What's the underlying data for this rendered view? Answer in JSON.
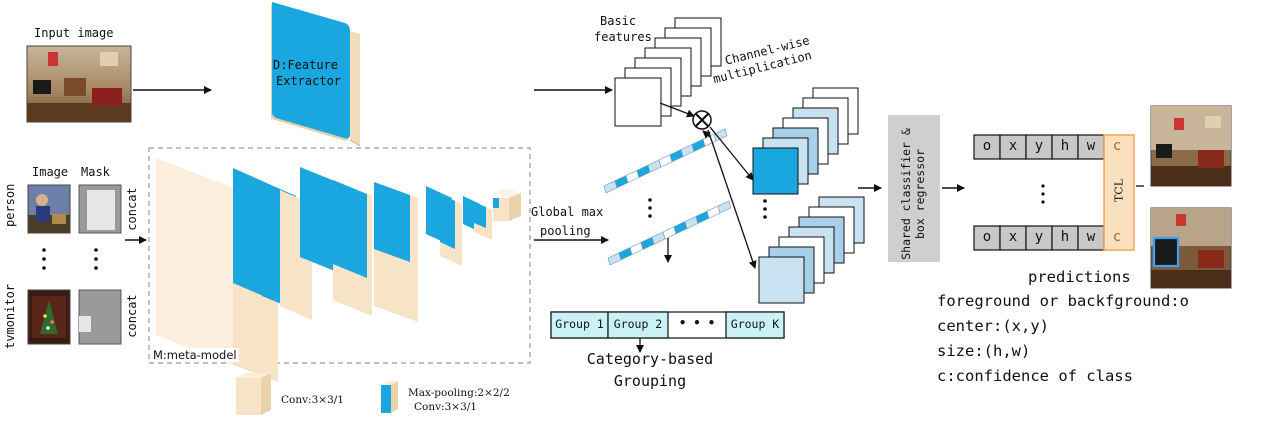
{
  "input": {
    "label": "Input image"
  },
  "extractor": {
    "label_line1": "D:Feature",
    "label_line2": "Extractor"
  },
  "meta_input": {
    "image_header": "Image",
    "mask_header": "Mask",
    "row1_class": "person",
    "row2_class": "tvmonitor",
    "concat_label": "concat"
  },
  "meta_model": {
    "label": "M:meta-model"
  },
  "legend": {
    "conv_label": "Conv:3×3/1",
    "pool_line1": "Max-pooling:2×2/2",
    "pool_line2": "Conv:3×3/1"
  },
  "middle": {
    "basic_features_line1": "Basic",
    "basic_features_line2": "features",
    "channel_wise_line1": "Channel-wise",
    "channel_wise_line2": "multiplication",
    "gmp_line1": "Global max",
    "gmp_line2": "pooling",
    "groups": [
      "Group 1",
      "Group 2",
      "• • •",
      "Group K"
    ],
    "grouping_line1": "Category-based",
    "grouping_line2": "Grouping"
  },
  "classifier": {
    "label_line1": "Shared classifier &",
    "label_line2": "box regressor"
  },
  "predictions": {
    "cells": [
      "o",
      "x",
      "y",
      "h",
      "w",
      "c"
    ],
    "tcl": "TCL",
    "title": "predictions",
    "legend_lines": [
      "foreground or backfground:o",
      "center:(x,y)",
      "size:(h,w)",
      "c:confidence of class"
    ]
  },
  "colors": {
    "blue": "#1aa6de",
    "cream": "#f7e3c6",
    "light_blue": "#c9e2f2",
    "tcl_orange": "#f0a050",
    "tcl_fill": "#fbe0c0",
    "gray_cell": "#c8c8c8",
    "classifier_gray": "#cfcfcf",
    "dashed_border": "#999999"
  }
}
